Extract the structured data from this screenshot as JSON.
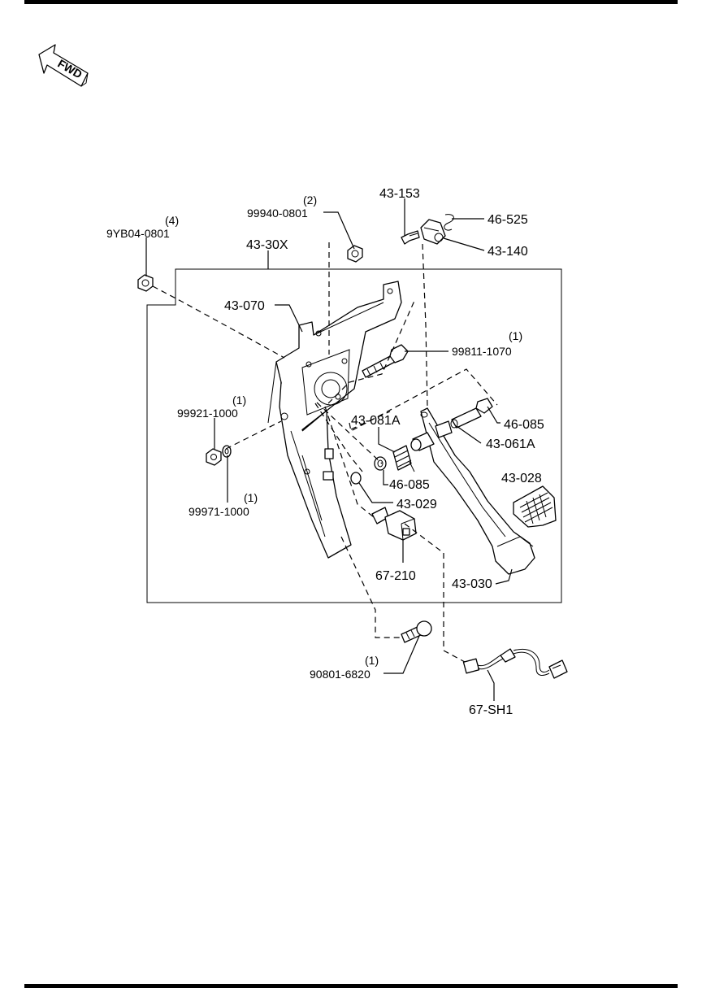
{
  "fwd_label": "FWD",
  "labels": {
    "p43_153": "43-153",
    "p46_525": "46-525",
    "p43_140": "43-140",
    "qty_99940": "(2)",
    "p99940": "99940-0801",
    "qty_9yb04": "(4)",
    "p9yb04": "9YB04-0801",
    "p43_30x": "43-30X",
    "p43_070": "43-070",
    "qty_99811": "(1)",
    "p99811": "99811-1070",
    "qty_99921": "(1)",
    "p99921": "99921-1000",
    "p43_081a": "43-081A",
    "p46_085a": "46-085",
    "p43_061a": "43-061A",
    "p46_085b": "46-085",
    "p43_028": "43-028",
    "p43_029": "43-029",
    "qty_99971": "(1)",
    "p99971": "99971-1000",
    "p67_210": "67-210",
    "p43_030": "43-030",
    "qty_90801": "(1)",
    "p90801": "90801-6820",
    "p67_sh1": "67-SH1"
  }
}
